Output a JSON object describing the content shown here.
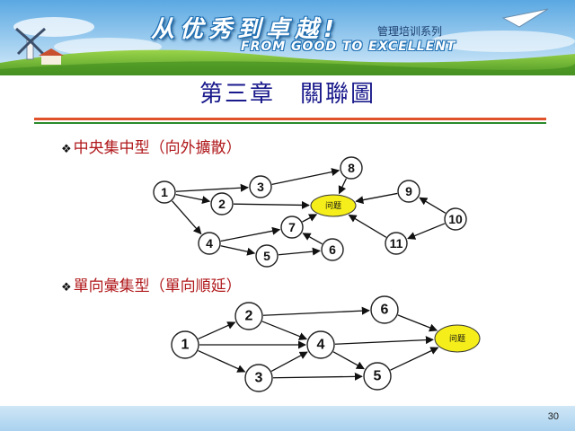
{
  "banner": {
    "slogan_cn": "从优秀到卓越!",
    "series": "管理培训系列",
    "slogan_en": "FROM GOOD TO EXCELLENT"
  },
  "title": "第三章　關聯圖",
  "sections": [
    {
      "heading": "中央集中型（向外擴散）",
      "nodes": [
        {
          "id": "1",
          "label": "1"
        },
        {
          "id": "2",
          "label": "2"
        },
        {
          "id": "3",
          "label": "3"
        },
        {
          "id": "4",
          "label": "4"
        },
        {
          "id": "5",
          "label": "5"
        },
        {
          "id": "6",
          "label": "6"
        },
        {
          "id": "7",
          "label": "7"
        },
        {
          "id": "8",
          "label": "8"
        },
        {
          "id": "9",
          "label": "9"
        },
        {
          "id": "10",
          "label": "10"
        },
        {
          "id": "11",
          "label": "11"
        },
        {
          "id": "problem",
          "label": "问题",
          "type": "problem"
        }
      ],
      "edges": [
        [
          "1",
          "3"
        ],
        [
          "1",
          "2"
        ],
        [
          "1",
          "4"
        ],
        [
          "3",
          "8"
        ],
        [
          "2",
          "problem"
        ],
        [
          "8",
          "problem"
        ],
        [
          "4",
          "7"
        ],
        [
          "4",
          "5"
        ],
        [
          "7",
          "problem"
        ],
        [
          "5",
          "6"
        ],
        [
          "6",
          "7"
        ],
        [
          "9",
          "problem"
        ],
        [
          "10",
          "9"
        ],
        [
          "10",
          "11"
        ],
        [
          "11",
          "problem"
        ]
      ]
    },
    {
      "heading": "單向彙集型（單向順延）",
      "nodes": [
        {
          "id": "1",
          "label": "1"
        },
        {
          "id": "2",
          "label": "2"
        },
        {
          "id": "3",
          "label": "3"
        },
        {
          "id": "4",
          "label": "4"
        },
        {
          "id": "5",
          "label": "5"
        },
        {
          "id": "6",
          "label": "6"
        },
        {
          "id": "problem",
          "label": "问题",
          "type": "problem"
        }
      ],
      "edges": [
        [
          "1",
          "2"
        ],
        [
          "1",
          "4"
        ],
        [
          "1",
          "3"
        ],
        [
          "2",
          "6"
        ],
        [
          "2",
          "4"
        ],
        [
          "3",
          "4"
        ],
        [
          "3",
          "5"
        ],
        [
          "4",
          "5"
        ],
        [
          "4",
          "problem"
        ],
        [
          "6",
          "problem"
        ],
        [
          "5",
          "problem"
        ]
      ]
    }
  ],
  "footer": {
    "page_number": "30"
  },
  "colors": {
    "title": "#1a1a8c",
    "heading": "#b0181b",
    "problem_fill": "#f5ee1a"
  }
}
